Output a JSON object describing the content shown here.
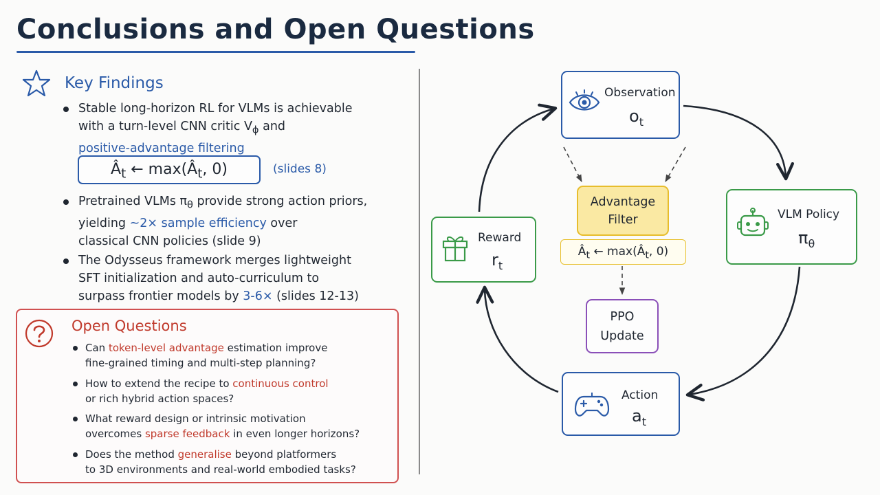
{
  "title": "Conclusions and Open Questions",
  "key_findings": {
    "heading": "Key Findings",
    "f1_a": "Stable long-horizon RL for VLMs is achievable",
    "f1_b": "with a turn-level CNN critic V",
    "f1_b_sub": "ϕ",
    "f1_b_end": " and",
    "f1_c": "positive-advantage filtering",
    "formula": "Â",
    "formula_sub": "t",
    "formula_mid": " ← max(Â",
    "formula_sub2": "t",
    "formula_end": ", 0)",
    "formula_ref": "(slides 8)",
    "f2_a": "Pretrained VLMs π",
    "f2_a_sub": "θ",
    "f2_a_end": " provide strong action priors,",
    "f2_b_pre": "yielding ",
    "f2_b_hl": "~2× sample efficiency",
    "f2_b_end": " over",
    "f2_c": "classical CNN policies (slide 9)",
    "f3_a": "The Odysseus framework merges lightweight",
    "f3_b": "SFT initialization and auto-curriculum to",
    "f3_c_pre": "surpass frontier models by ",
    "f3_c_hl": "3-6×",
    "f3_c_end": " (slides 12-13)"
  },
  "open_questions": {
    "heading": "Open Questions",
    "q1_pre": "Can ",
    "q1_hl": "token-level advantage",
    "q1_end": " estimation improve",
    "q1_b": "fine-grained timing and multi-step planning?",
    "q2_pre": "How to extend the recipe to ",
    "q2_hl": "continuous control",
    "q2_b": "or rich hybrid action spaces?",
    "q3_a": "What reward design or intrinsic motivation",
    "q3_b_pre": "overcomes ",
    "q3_b_hl": "sparse feedback",
    "q3_b_end": " in even longer horizons?",
    "q4_pre": "Does the method ",
    "q4_hl": "generalise",
    "q4_end": " beyond platformers",
    "q4_b": "to 3D environments and real-world embodied tasks?"
  },
  "diagram": {
    "observation": {
      "label": "Observation",
      "symbol": "o",
      "sub": "t"
    },
    "vlm_policy": {
      "label": "VLM Policy",
      "symbol": "π",
      "sub": "θ"
    },
    "action": {
      "label": "Action",
      "symbol": "a",
      "sub": "t"
    },
    "reward": {
      "label": "Reward",
      "symbol": "r",
      "sub": "t"
    },
    "advantage_filter": {
      "line1": "Advantage",
      "line2": "Filter"
    },
    "filter_formula": {
      "a": "Â",
      "sub": "t",
      "mid": " ← max(Â",
      "sub2": "t",
      "end": ", 0)"
    },
    "ppo": {
      "line1": "PPO",
      "line2": "Update"
    }
  },
  "colors": {
    "blue": "#2a5aa8",
    "red": "#c0392b",
    "green": "#3a9a48",
    "yellow": "#e7bd2c",
    "purple": "#8a4fb8"
  }
}
